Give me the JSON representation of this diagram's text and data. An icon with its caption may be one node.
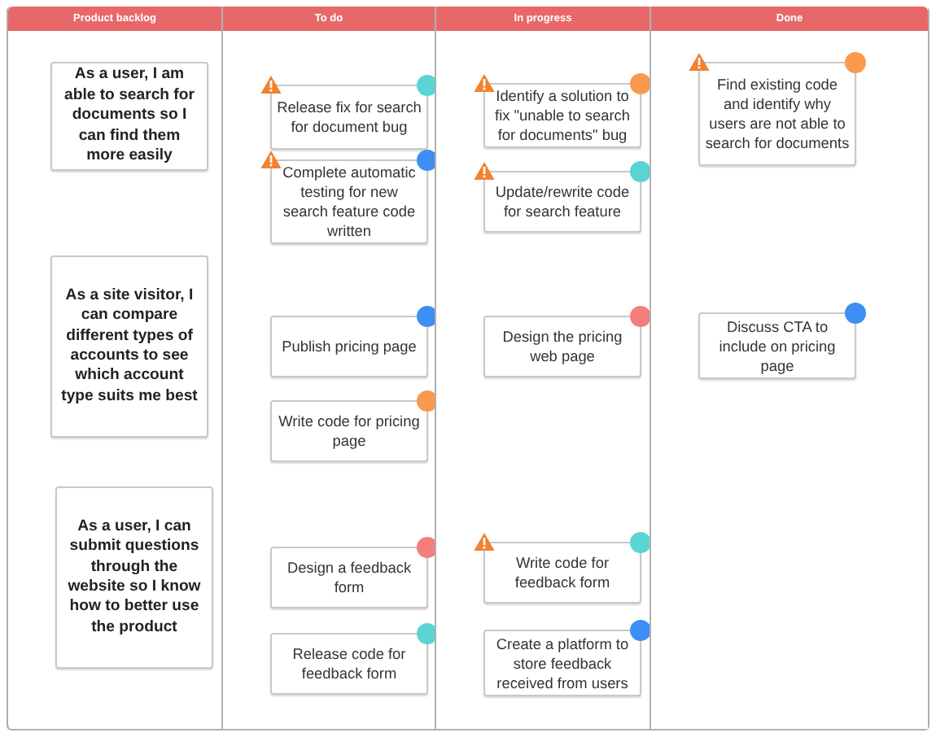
{
  "diagram": {
    "nodes": [
      {
        "text": [
          "Product backlog"
        ]
      },
      {
        "text": [
          "To do"
        ]
      },
      {
        "text": [
          "In progress"
        ]
      },
      {
        "text": [
          "Done"
        ]
      },
      {
        "text": [
          "As a user, I am able to search for documents so I can find them more easily"
        ],
        "in": 0
      },
      {
        "text": [
          "As a site visitor, I can compare different types of accounts to see which account type suits me best"
        ],
        "in": 0
      },
      {
        "text": [
          "As a user, I can submit questions through the website so I know how to better use the product"
        ],
        "in": 0
      },
      {
        "text": [
          "Release fix for search for document bug"
        ],
        "in": 1
      },
      {
        "text": [
          "Complete automatic testing for new search feature code written"
        ],
        "in": 1
      },
      {
        "text": [
          "Publish pricing page"
        ],
        "in": 1
      },
      {
        "text": [
          "Write code for pricing page"
        ],
        "in": 1
      },
      {
        "text": [
          "Design a feedback form"
        ],
        "in": 1
      },
      {
        "text": [
          "Release code for feedback form"
        ],
        "in": 1
      },
      {
        "text": [
          "Identify a solution to fix \"unable to search for documents\" bug"
        ],
        "in": 2
      },
      {
        "text": [
          "Update/rewrite code for search feature"
        ],
        "in": 2
      },
      {
        "text": [
          "Design the pricing web page"
        ],
        "in": 2
      },
      {
        "text": [
          "Write code for feedback form"
        ],
        "in": 2
      },
      {
        "text": [
          "Create a platform to store feedback received from users"
        ],
        "in": 2
      },
      {
        "text": [
          "Find existing code and identify why users are not able to search for documents"
        ],
        "in": 3
      },
      {
        "text": [
          "Discuss CTA to include on pricing page"
        ],
        "in": 3
      }
    ]
  }
}
